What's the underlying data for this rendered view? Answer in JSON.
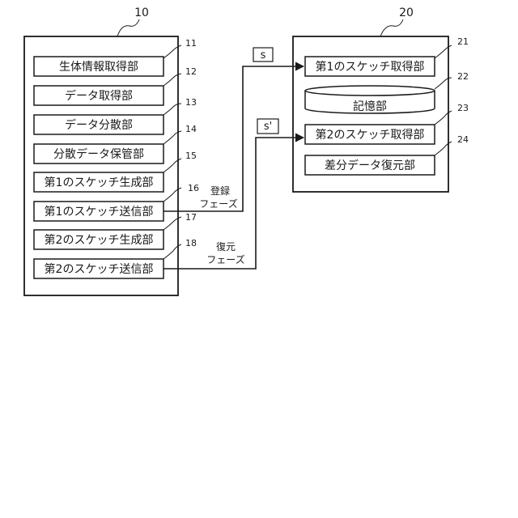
{
  "devices": {
    "left": {
      "ref": "10",
      "blocks": [
        {
          "ref": "11",
          "label": "生体情報取得部"
        },
        {
          "ref": "12",
          "label": "データ取得部"
        },
        {
          "ref": "13",
          "label": "データ分散部"
        },
        {
          "ref": "14",
          "label": "分散データ保管部"
        },
        {
          "ref": "15",
          "label": "第1のスケッチ生成部"
        },
        {
          "ref": "16",
          "label": "第1のスケッチ送信部"
        },
        {
          "ref": "17",
          "label": "第2のスケッチ生成部"
        },
        {
          "ref": "18",
          "label": "第2のスケッチ送信部"
        }
      ]
    },
    "right": {
      "ref": "20",
      "blocks": [
        {
          "ref": "21",
          "label": "第1のスケッチ取得部"
        },
        {
          "ref": "22",
          "label": "記憶部"
        },
        {
          "ref": "23",
          "label": "第2のスケッチ取得部"
        },
        {
          "ref": "24",
          "label": "差分データ復元部"
        }
      ]
    }
  },
  "links": {
    "registration": {
      "signal": "s",
      "phase_line1": "登録",
      "phase_line2": "フェーズ"
    },
    "restoration": {
      "signal": "s'",
      "phase_line1": "復元",
      "phase_line2": "フェーズ"
    }
  }
}
